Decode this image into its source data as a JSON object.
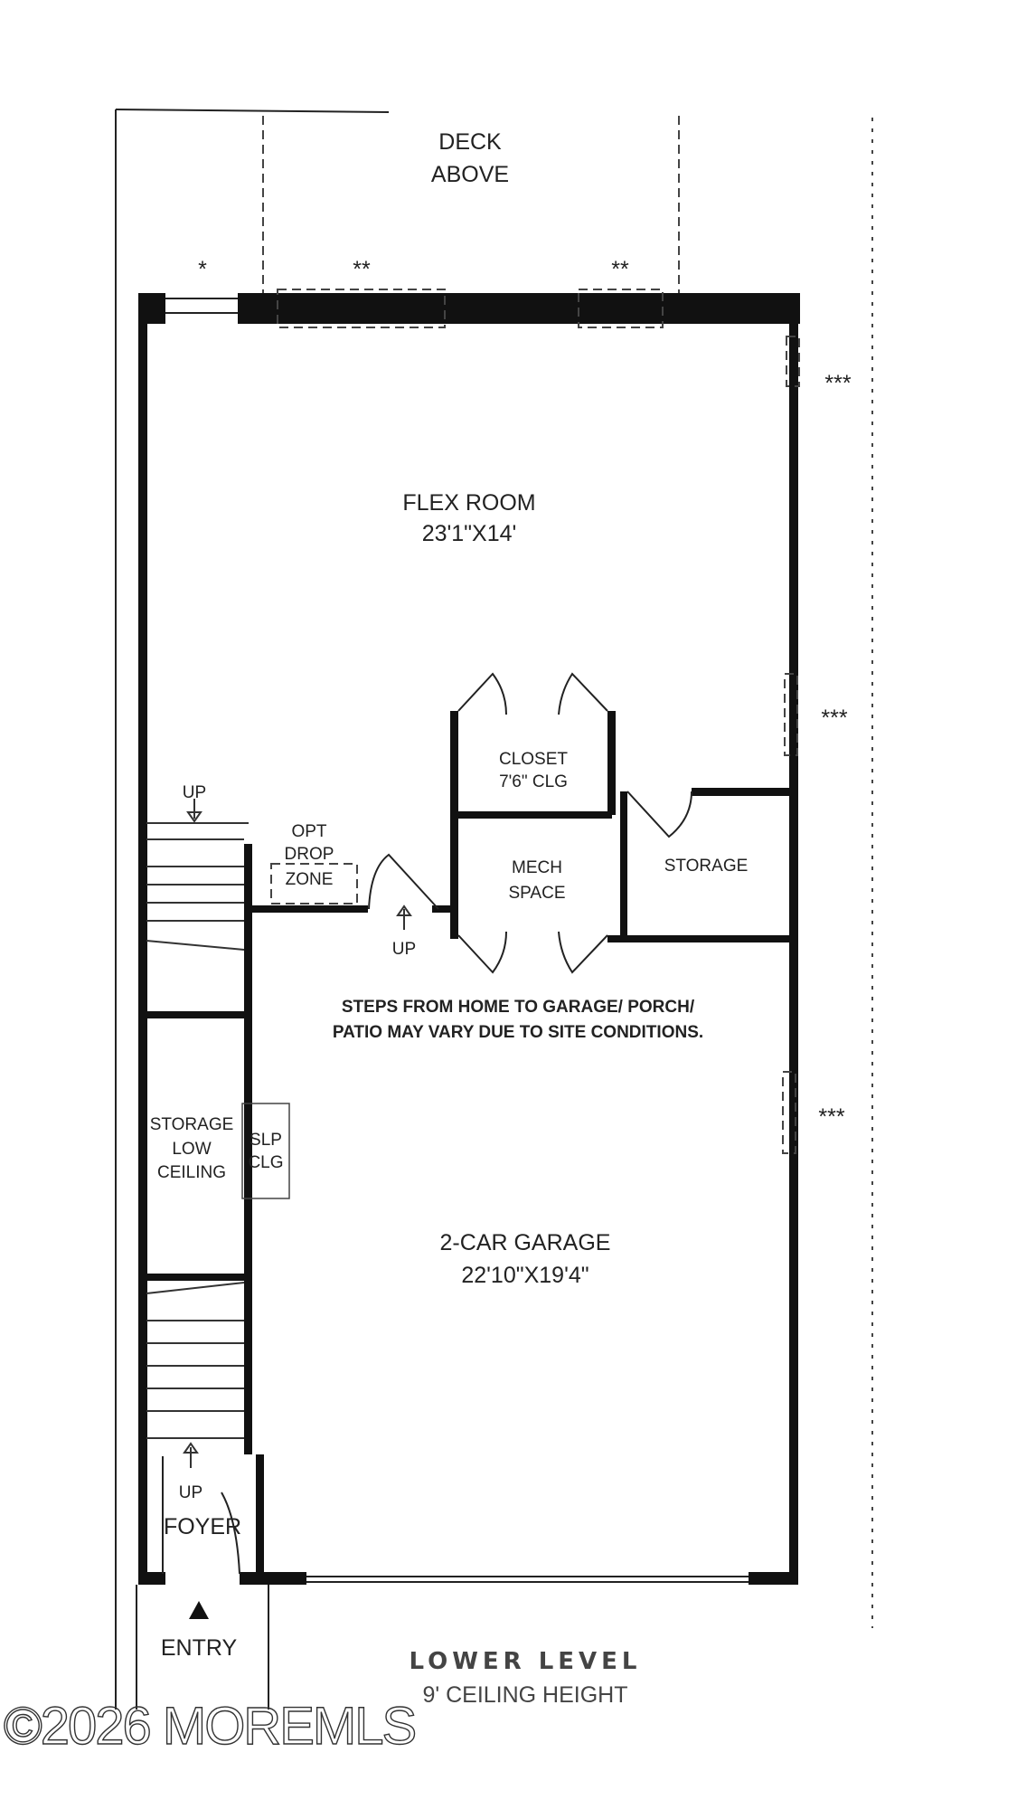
{
  "deck": {
    "line1": "DECK",
    "line2": "ABOVE"
  },
  "notes": {
    "single": "*",
    "double": "**",
    "triple": "***"
  },
  "flex_room": {
    "name": "FLEX ROOM",
    "size": "23'1\"X14'"
  },
  "closet": {
    "name": "CLOSET",
    "ceiling": "7'6\" CLG"
  },
  "mech": {
    "line1": "MECH",
    "line2": "SPACE"
  },
  "storage": {
    "name": "STORAGE"
  },
  "drop_zone": {
    "line1": "OPT",
    "line2": "DROP",
    "line3": "ZONE"
  },
  "up_label": "UP",
  "steps_note": {
    "line1": "STEPS FROM HOME TO GARAGE/ PORCH/",
    "line2": "PATIO MAY VARY DUE TO SITE CONDITIONS."
  },
  "storage_low": {
    "line1": "STORAGE",
    "line2": "LOW",
    "line3": "CEILING"
  },
  "slp_clg": {
    "line1": "SLP",
    "line2": "CLG"
  },
  "garage": {
    "name": "2-CAR GARAGE",
    "size": "22'10\"X19'4\""
  },
  "foyer": {
    "name": "FOYER"
  },
  "entry": {
    "name": "ENTRY"
  },
  "level": {
    "name": "LOWER LEVEL",
    "ceiling": "9' CEILING HEIGHT"
  },
  "watermark": "©2026 MOREMLS"
}
